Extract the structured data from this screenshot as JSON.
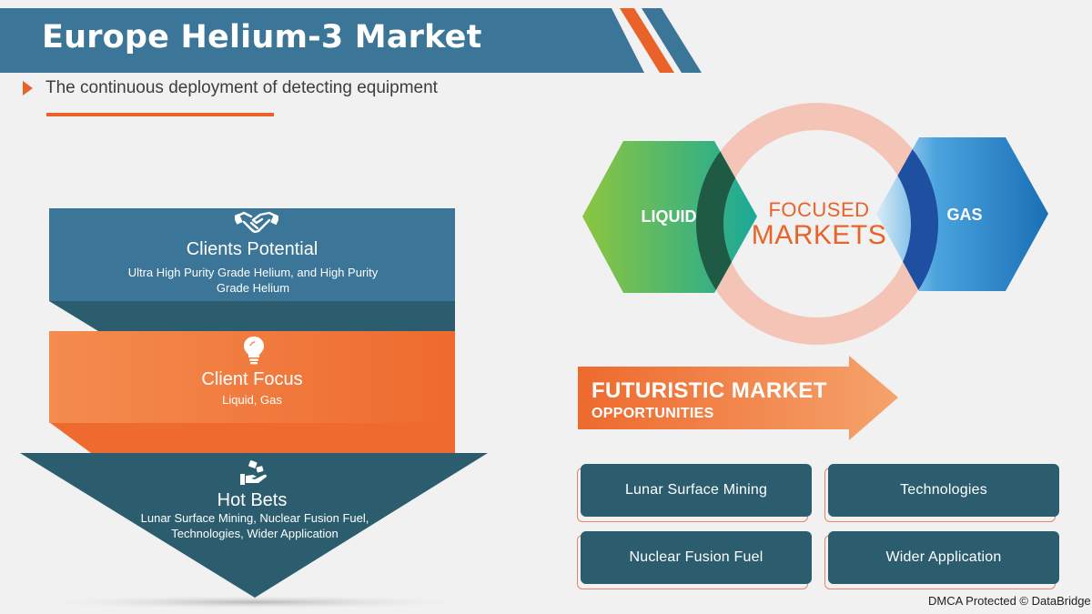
{
  "header": {
    "title": "Europe Helium-3 Market",
    "subtitle": "The continuous deployment of detecting equipment"
  },
  "funnel": [
    {
      "title": "Clients Potential",
      "description": "Ultra High Purity Grade Helium, and High Purity Grade Helium",
      "icon": "handshake-icon"
    },
    {
      "title": "Client Focus",
      "description": "Liquid, Gas",
      "icon": "lightbulb-icon"
    },
    {
      "title": "Hot Bets",
      "description": "Lunar Surface Mining, Nuclear Fusion Fuel, Technologies, Wider Application",
      "icon": "hand-coins-icon"
    }
  ],
  "focused_markets": {
    "line1": "FOCUSED",
    "line2": "MARKETS",
    "left_label": "LIQUID",
    "right_label": "GAS"
  },
  "futuristic": {
    "line1": "FUTURISTIC MARKET",
    "line2": "OPPORTUNITIES"
  },
  "opportunities": [
    "Lunar Surface Mining",
    "Technologies",
    "Nuclear Fusion Fuel",
    "Wider Application"
  ],
  "footer": {
    "credit": "DMCA Protected © DataBridge"
  },
  "colors": {
    "header_blue": "#3b7598",
    "accent_orange": "#e8622a",
    "teal_dark": "#2b5d6e",
    "funnel_blue": "#3b7598",
    "ring_pink": "#f4c4b6",
    "background": "#f1f1f1"
  }
}
